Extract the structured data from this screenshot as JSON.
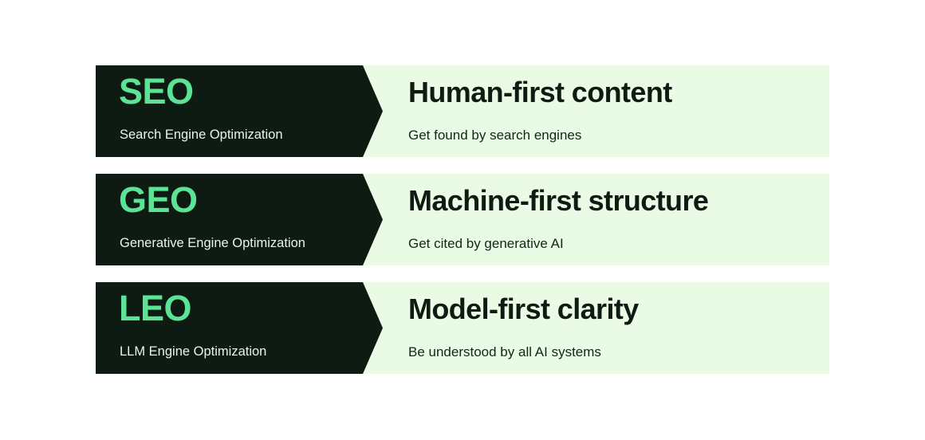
{
  "colors": {
    "page_background": "#FFFFFF",
    "panel_dark": "#0E1B13",
    "panel_light": "#E9FBE4",
    "accent_green": "#5BE396",
    "dark_panel_text": "#EAF3EC",
    "light_panel_heading": "#0E1B13",
    "light_panel_subtext": "#14251A"
  },
  "rows": [
    {
      "acronym": "SEO",
      "expansion": "Search Engine Optimization",
      "headline": "Human-first content",
      "subline": "Get found by search engines"
    },
    {
      "acronym": "GEO",
      "expansion": "Generative Engine Optimization",
      "headline": "Machine-first structure",
      "subline": "Get cited by generative AI"
    },
    {
      "acronym": "LEO",
      "expansion": "LLM Engine Optimization",
      "headline": "Model-first clarity",
      "subline": "Be understood by all AI systems"
    }
  ]
}
